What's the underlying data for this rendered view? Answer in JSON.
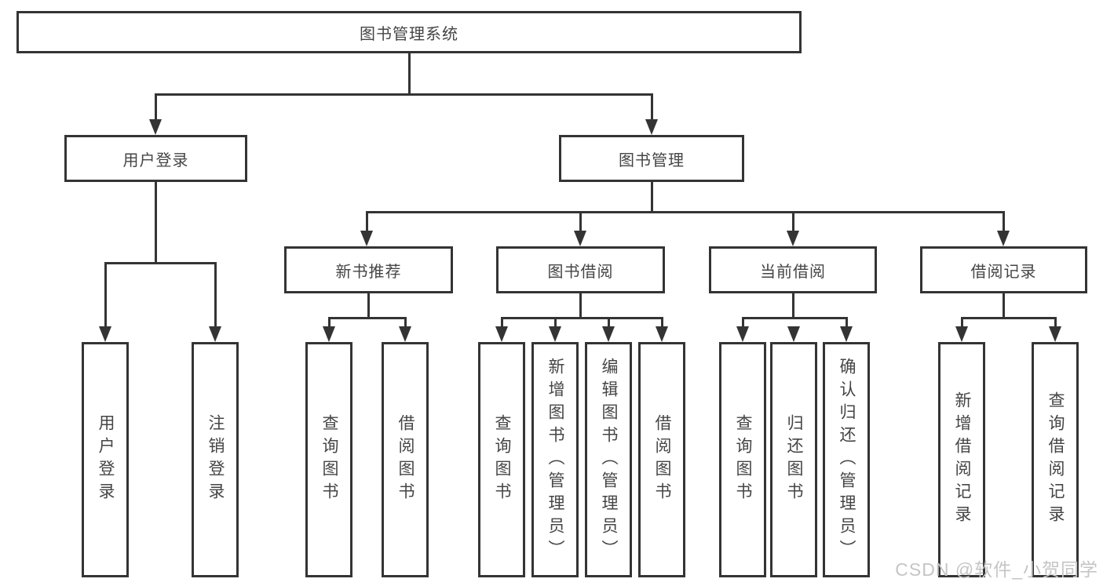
{
  "tree": {
    "root": {
      "label": "图书管理系统"
    },
    "level2": [
      {
        "label": "用户登录"
      },
      {
        "label": "图书管理"
      }
    ],
    "level3": [
      {
        "label": "新书推荐"
      },
      {
        "label": "图书借阅"
      },
      {
        "label": "当前借阅"
      },
      {
        "label": "借阅记录"
      }
    ],
    "leaves": {
      "user_login": [
        "用户登录",
        "注销登录"
      ],
      "new_book": [
        "查询图书",
        "借阅图书"
      ],
      "borrow": [
        "查询图书",
        "新增图书（管理员）",
        "编辑图书（管理员）",
        "借阅图书"
      ],
      "current": [
        "查询图书",
        "归还图书",
        "确认归还（管理员）"
      ],
      "records": [
        "新增借阅记录",
        "查询借阅记录"
      ]
    }
  },
  "watermark": "CSDN @软件_小贺同学",
  "colors": {
    "line": "#343434",
    "text": "#454545",
    "background": "#ffffff",
    "watermark": "#c5c5c5"
  }
}
